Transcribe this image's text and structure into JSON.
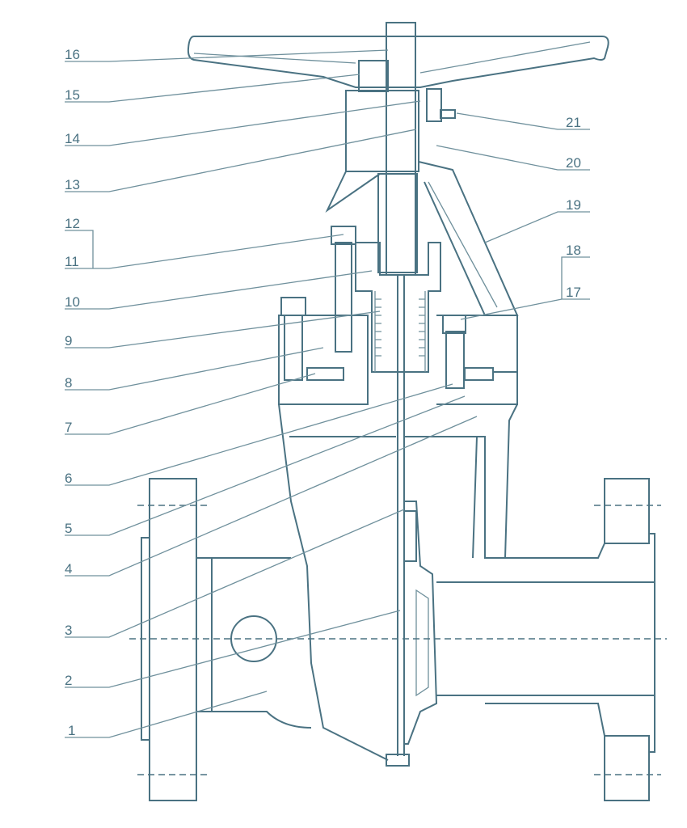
{
  "title": "Gate valve sectional drawing",
  "left_labels": [
    "16",
    "15",
    "14",
    "13",
    "12",
    "11",
    "10",
    "9",
    "8",
    "7",
    "6",
    "5",
    "4",
    "3",
    "2",
    "1"
  ],
  "right_labels": [
    "21",
    "20",
    "19",
    "18",
    "17"
  ],
  "line_color": "#4a7282"
}
